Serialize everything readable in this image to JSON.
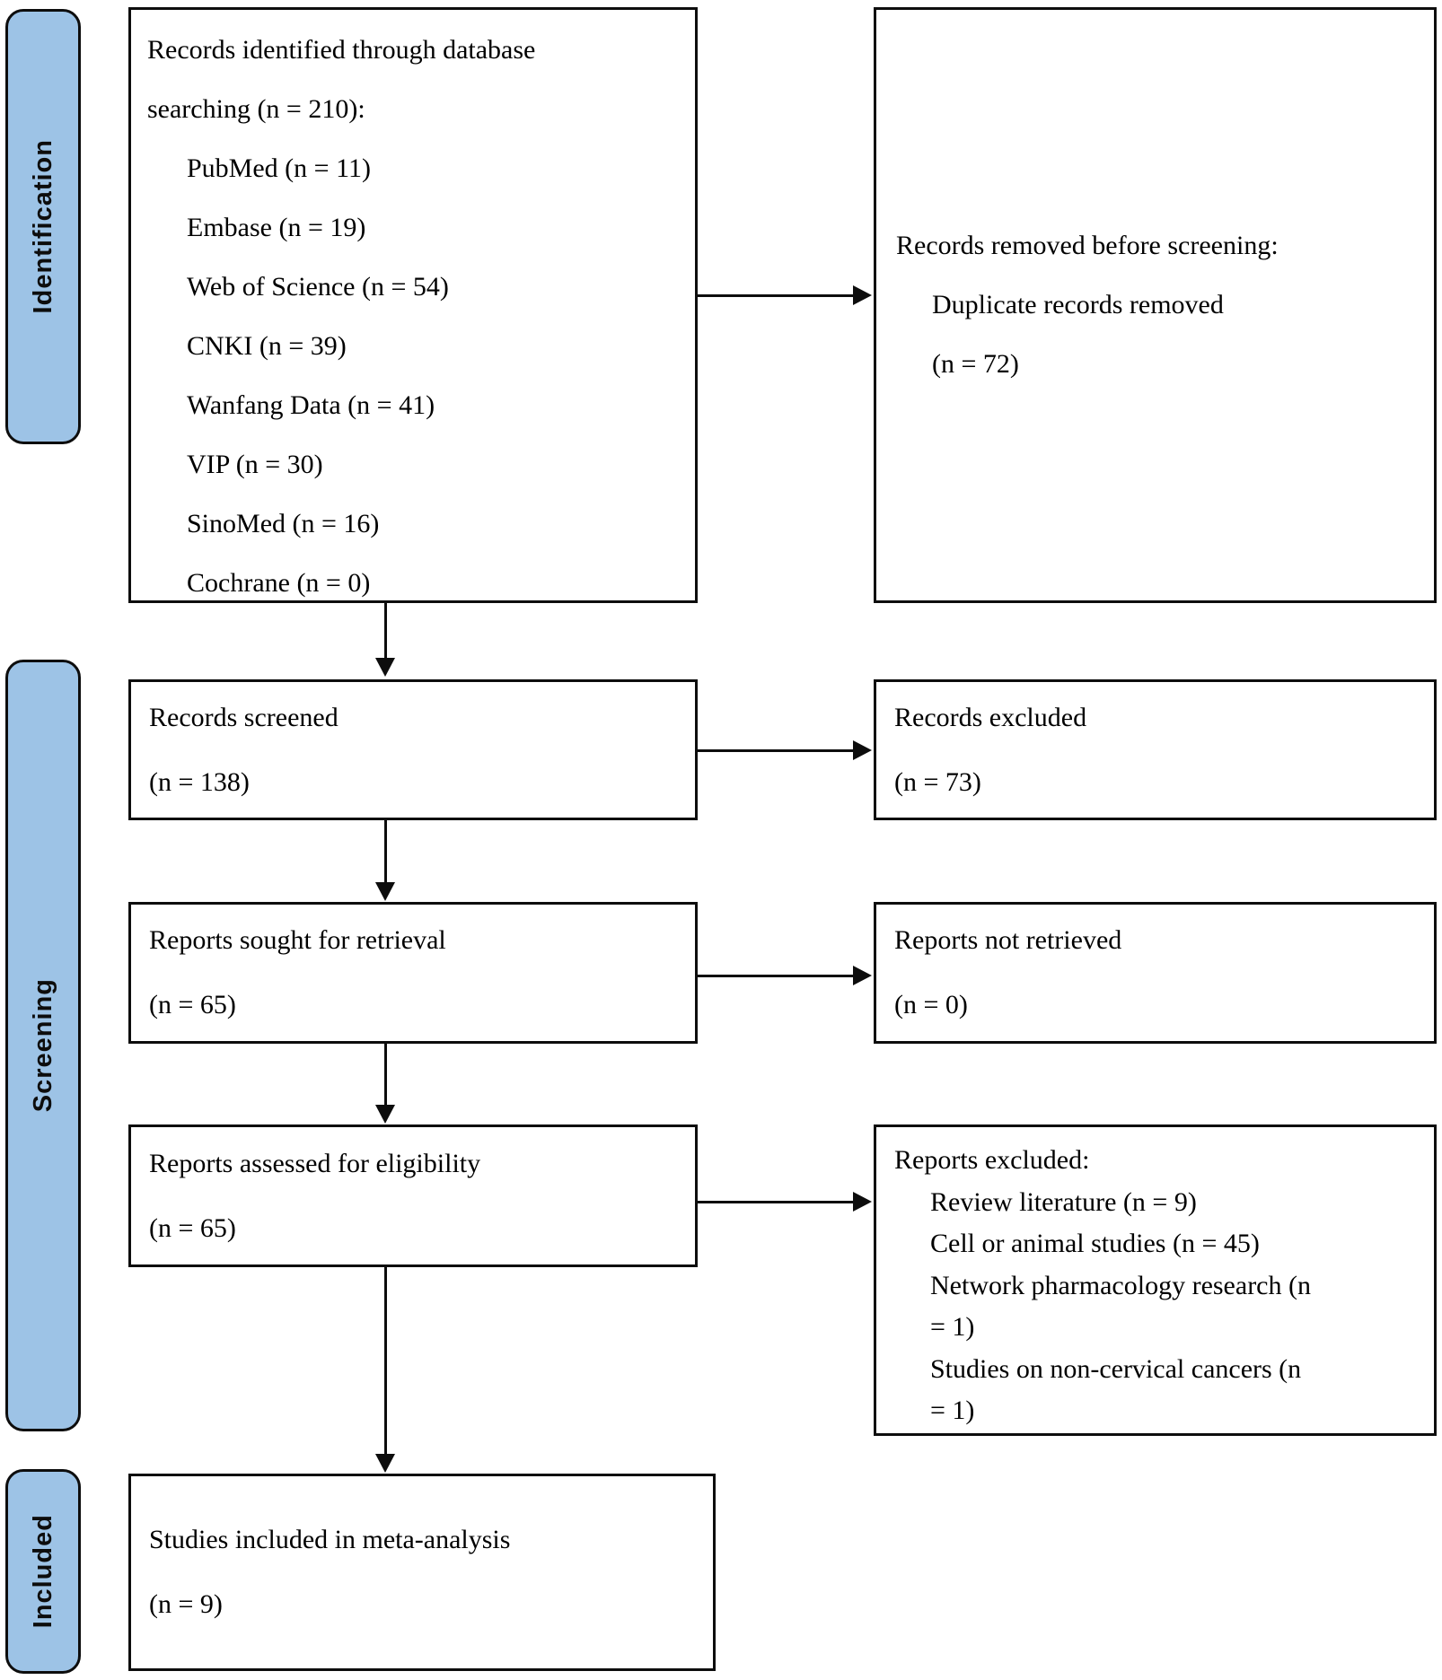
{
  "sidebar": {
    "identification": "Identification",
    "screening": "Screening",
    "included": "Included"
  },
  "boxes": {
    "identified": {
      "line1": "Records identified through database",
      "line2": "searching (n = 210):",
      "items": [
        "PubMed (n = 11)",
        "Embase (n = 19)",
        "Web of Science (n = 54)",
        "CNKI (n = 39)",
        "Wanfang Data (n = 41)",
        "VIP (n = 30)",
        "SinoMed (n = 16)",
        "Cochrane (n = 0)"
      ]
    },
    "removed_before_screening": {
      "title": "Records removed before screening:",
      "item": "Duplicate records removed",
      "count": "(n = 72)"
    },
    "records_screened": {
      "title": "Records screened",
      "count": "(n = 138)"
    },
    "records_excluded": {
      "title": "Records excluded",
      "count": "(n = 73)"
    },
    "reports_sought": {
      "title": "Reports sought for retrieval",
      "count": "(n = 65)"
    },
    "reports_not_retrieved": {
      "title": "Reports not retrieved",
      "count": "(n = 0)"
    },
    "reports_assessed": {
      "title": "Reports assessed for eligibility",
      "count": "(n = 65)"
    },
    "reports_excluded": {
      "title": "Reports excluded:",
      "lines": [
        "Review literature (n = 9)",
        "Cell or animal studies (n = 45)",
        "Network pharmacology research (n",
        "= 1)",
        "Studies on non-cervical cancers (n",
        "= 1)"
      ]
    },
    "studies_included": {
      "title": "Studies included in meta-analysis",
      "count": "(n = 9)"
    }
  },
  "colors": {
    "stage_fill": "#9dc3e6",
    "line_color": "#0d0d0d",
    "box_background": "#ffffff"
  }
}
